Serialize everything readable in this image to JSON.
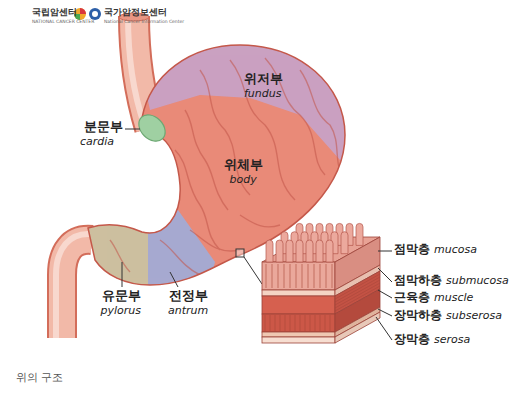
{
  "diagram": {
    "caption": "위의 구조",
    "labels": [
      "국립암센터",
      "NATIONAL CANCER CENTER",
      "국가암정보센터",
      "National Cancer Information Center",
      "위저부",
      "fundus",
      "분문부",
      "cardia",
      "위체부",
      "body",
      "유문부",
      "pylorus",
      "전정부",
      "antrum",
      "점막층",
      "mucosa",
      "점막하층",
      "submucosa",
      "근육층",
      "muscle",
      "장막하층",
      "subserosa",
      "장막층",
      "serosa"
    ]
  }
}
